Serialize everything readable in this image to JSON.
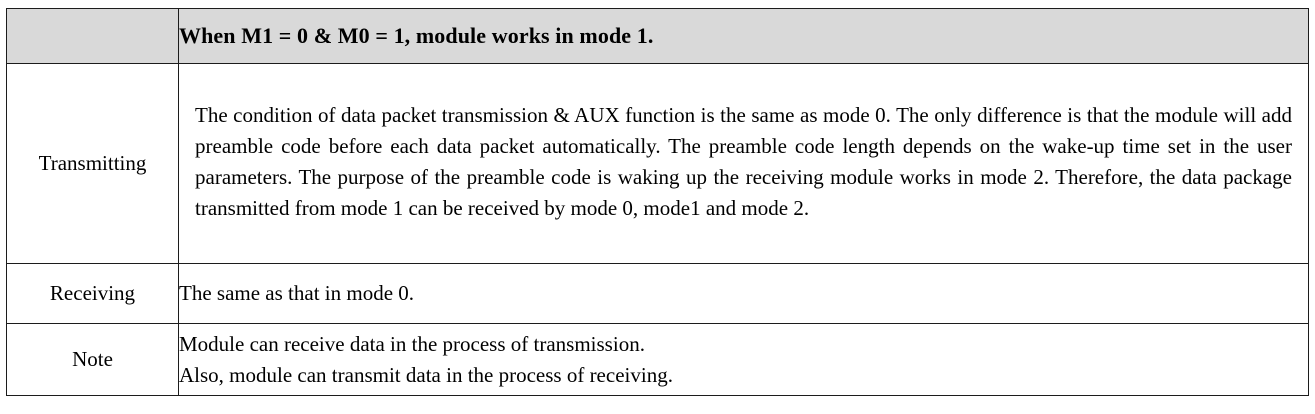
{
  "table": {
    "header": {
      "label": "",
      "title": "When M1 = 0 & M0 = 1, module works in mode 1."
    },
    "rows": [
      {
        "label": "Transmitting",
        "text": "The condition of data packet transmission & AUX function is the same as mode 0. The only difference is that the module will add preamble code before each data packet automatically. The preamble code length depends on the wake-up time set in the user parameters. The purpose of the preamble code is waking up the receiving module works in mode 2. Therefore, the data package transmitted from mode 1 can be received by mode 0, mode1 and mode 2."
      },
      {
        "label": "Receiving",
        "text": "The same as that in mode 0."
      },
      {
        "label": "Note",
        "line1": "Module can receive data in the process of transmission.",
        "line2": "Also, module can transmit data in the process of receiving."
      }
    ]
  },
  "colors": {
    "header_fill": "#d9d9d9",
    "border": "#1c1c1c",
    "text": "#000000",
    "page_background": "#ffffff"
  }
}
